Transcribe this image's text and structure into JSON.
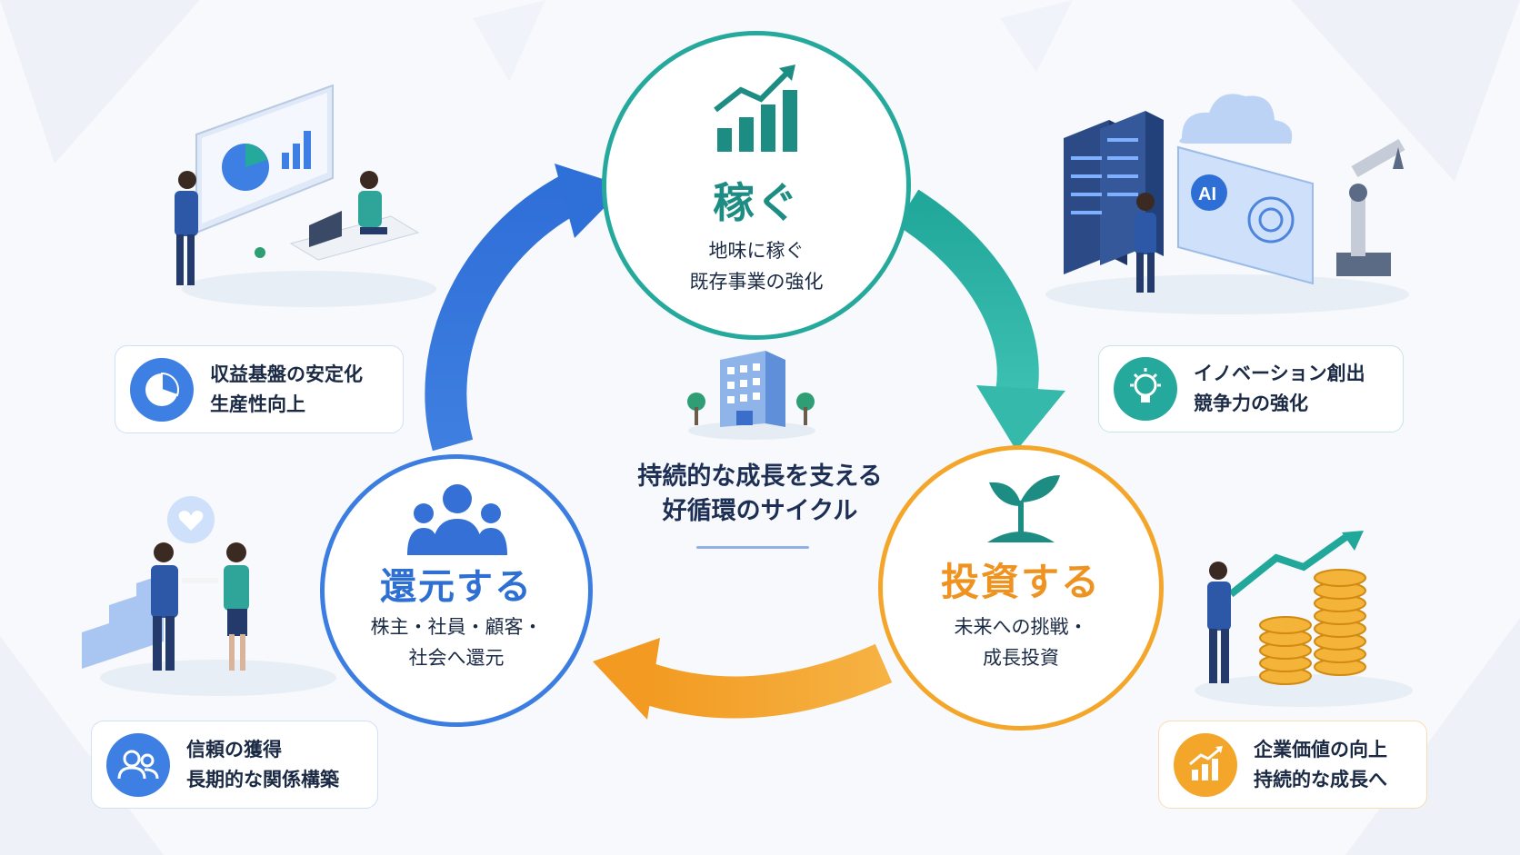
{
  "cycle": {
    "earn": {
      "title": "稼ぐ",
      "lines": [
        "地味に稼ぐ",
        "既存事業の強化"
      ],
      "color": "#25a99c"
    },
    "invest": {
      "title": "投資する",
      "lines": [
        "未来への挑戦・",
        "成長投資"
      ],
      "color": "#f4a62a"
    },
    "return": {
      "title": "還元する",
      "lines": [
        "株主・社員・顧客・",
        "社会へ還元"
      ],
      "color": "#3b7de0"
    },
    "center": {
      "lines": [
        "持続的な成長を支える",
        "好循環のサイクル"
      ]
    }
  },
  "cards": {
    "top_left": {
      "lines": [
        "収益基盤の安定化",
        "生産性向上"
      ],
      "icon": "pie-chart-icon"
    },
    "top_right": {
      "lines": [
        "イノベーション創出",
        "競争力の強化"
      ],
      "icon": "lightbulb-icon"
    },
    "bottom_left": {
      "lines": [
        "信頼の獲得",
        "長期的な関係構築"
      ],
      "icon": "people-icon"
    },
    "bottom_right": {
      "lines": [
        "企業価値の向上",
        "持続的な成長へ"
      ],
      "icon": "growth-chart-icon"
    }
  },
  "illustrations": {
    "top_left": "office-presentation",
    "top_right": "servers-ai-robot",
    "bottom_left": "handshake-trust",
    "bottom_right": "investment-coins",
    "screen_label": "AI"
  }
}
